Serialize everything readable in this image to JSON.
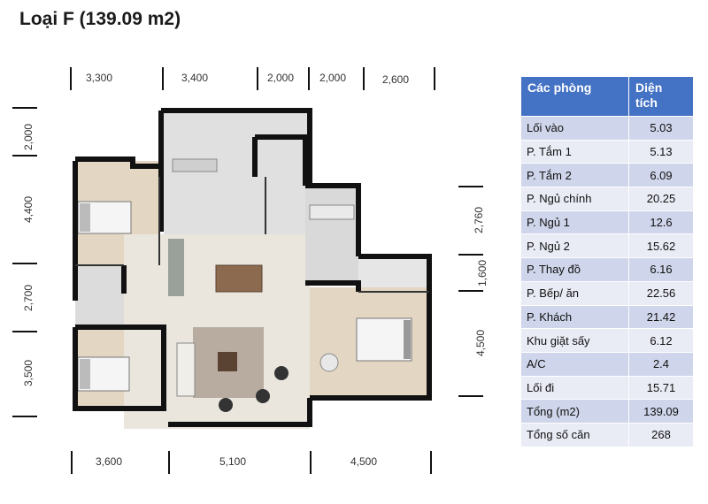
{
  "title": "Loại F (139.09 m2)",
  "dimensions": {
    "top": [
      "3,300",
      "3,400",
      "2,000",
      "2,000",
      "2,600"
    ],
    "bottom": [
      "3,600",
      "5,100",
      "4,500"
    ],
    "left": [
      "2,000",
      "4,400",
      "2,700",
      "3,500"
    ],
    "right": [
      "2,760",
      "1,600",
      "4,500"
    ]
  },
  "table": {
    "headers": [
      "Các phòng",
      "Diện tích"
    ],
    "rows": [
      {
        "room": "Lối vào",
        "area": "5.03"
      },
      {
        "room": "P. Tắm 1",
        "area": "5.13"
      },
      {
        "room": "P. Tắm 2",
        "area": "6.09"
      },
      {
        "room": "P. Ngủ chính",
        "area": "20.25"
      },
      {
        "room": "P. Ngủ 1",
        "area": "12.6"
      },
      {
        "room": "P. Ngủ 2",
        "area": "15.62"
      },
      {
        "room": "P. Thay đồ",
        "area": "6.16"
      },
      {
        "room": "P. Bếp/ ăn",
        "area": "22.56"
      },
      {
        "room": "P. Khách",
        "area": "21.42"
      },
      {
        "room": "Khu giặt sấy",
        "area": "6.12"
      },
      {
        "room": "A/C",
        "area": "2.4"
      },
      {
        "room": "Lối đi",
        "area": "15.71"
      },
      {
        "room": "Tổng (m2)",
        "area": "139.09"
      },
      {
        "room": "Tổng số căn",
        "area": "268"
      }
    ]
  },
  "colors": {
    "header_bg": "#4472c4",
    "row_dark": "#cfd5ea",
    "row_light": "#e9ebf5",
    "wall": "#111111",
    "floor_wood": "#e3d6c3",
    "floor_tile": "#dcdcdc"
  }
}
